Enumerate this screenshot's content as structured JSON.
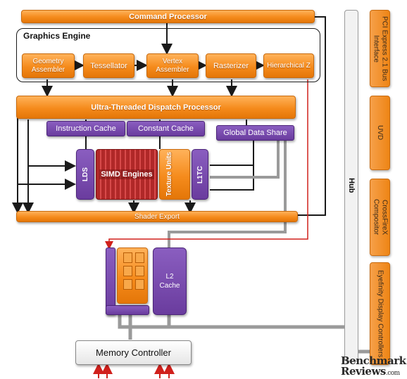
{
  "command_processor": "Command Processor",
  "graphics_engine": {
    "title": "Graphics Engine",
    "units": [
      "Geometry Assembler",
      "Tessellator",
      "Vertex Assembler",
      "Rasterizer",
      "Hierarchical Z"
    ]
  },
  "dispatch": "Ultra-Threaded Dispatch Processor",
  "instruction_cache": "Instruction Cache",
  "constant_cache": "Constant Cache",
  "global_data_share": "Global Data Share",
  "simd": {
    "lds": "LDS",
    "engines": "SIMD Engines",
    "texture_units": "Texture Units",
    "l1tc": "L1TC"
  },
  "shader_export": "Shader Export",
  "l2_cache": "L2 Cache",
  "memory_controller": "Memory Controller",
  "hub": "Hub",
  "side_blocks": [
    "PCI Express 2.1 Bus Interface",
    "UVD",
    "CrossFireX Compositor",
    "Eyefinity Display Controllers"
  ],
  "watermark": {
    "line1": "Benchmark",
    "line2": "Reviews",
    "suffix": ".com"
  },
  "colors": {
    "orange": "#f58b1c",
    "purple": "#6a3c9e",
    "line": "#1a1a1a",
    "gray_bus": "#9a9a9a",
    "red_path": "#d0201c"
  }
}
